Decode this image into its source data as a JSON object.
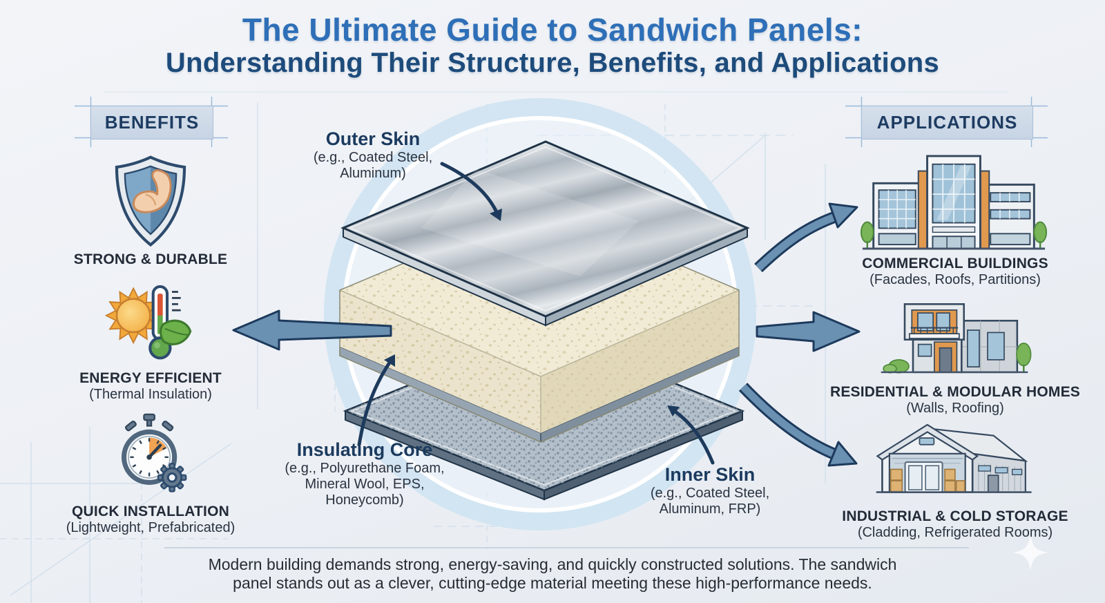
{
  "title": {
    "line1": "The Ultimate Guide to Sandwich Panels:",
    "line2": "Understanding Their Structure, Benefits, and Applications"
  },
  "benefits": {
    "header": "BENEFITS",
    "items": [
      {
        "icon": "shield-muscle-icon",
        "label": "STRONG & DURABLE"
      },
      {
        "icon": "sun-thermometer-leaf-icon",
        "label": "ENERGY EFFICIENT",
        "sublabel": "(Thermal Insulation)"
      },
      {
        "icon": "stopwatch-gear-icon",
        "label": "QUICK INSTALLATION",
        "sublabel": "(Lightweight, Prefabricated)"
      }
    ]
  },
  "diagram": {
    "outer_skin": {
      "label": "Outer Skin",
      "sub1": "(e.g., Coated Steel,",
      "sub2": "Aluminum)"
    },
    "insulating_core": {
      "label": "Insulating Core",
      "sub1": "(e.g., Polyurethane Foam,",
      "sub2": "Mineral Wool, EPS,",
      "sub3": "Honeycomb)"
    },
    "inner_skin": {
      "label": "Inner Skin",
      "sub1": "(e.g., Coated Steel,",
      "sub2": "Aluminum, FRP)"
    }
  },
  "applications": {
    "header": "APPLICATIONS",
    "items": [
      {
        "icon": "commercial-building-icon",
        "label": "COMMERCIAL BUILDINGS",
        "sublabel": "(Facades, Roofs, Partitions)"
      },
      {
        "icon": "modular-home-icon",
        "label": "RESIDENTIAL & MODULAR HOMES",
        "sublabel": "(Walls, Roofing)"
      },
      {
        "icon": "warehouse-icon",
        "label": "INDUSTRIAL & COLD STORAGE",
        "sublabel": "(Cladding, Refrigerated Rooms)"
      }
    ]
  },
  "footer": {
    "line1": "Modern building demands strong, energy-saving, and quickly constructed solutions. The sandwich",
    "line2": "panel stands out as a clever, cutting-edge material meeting these high-performance needs."
  },
  "colors": {
    "title_blue": "#2e6fb7",
    "title_navy": "#1d4b7b",
    "accent_navy": "#1d3a5c",
    "arrow_blue": "#6a90b2",
    "header_box_bg": "#cdd9e8",
    "core_cream": "#ece4cd",
    "metal_gray": "#c3cad1",
    "accent_orange": "#e0994e",
    "accent_green": "#79b558"
  }
}
